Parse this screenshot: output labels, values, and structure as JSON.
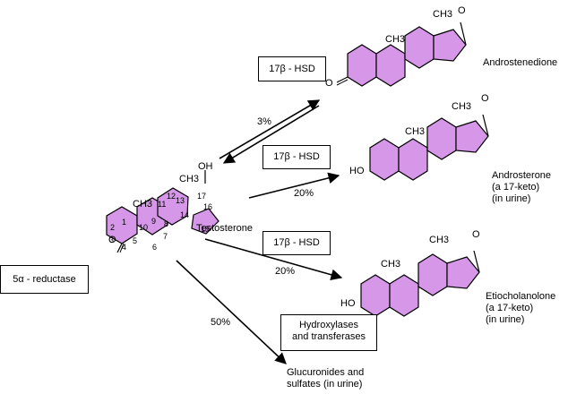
{
  "colors": {
    "ring_fill": "#d797e8",
    "stroke": "#000000",
    "background": "#ffffff"
  },
  "molecules": {
    "testosterone": {
      "name": "Testosterone",
      "methyl_top": "CH3",
      "methyl_side": "CH3",
      "hydroxyl": "OH",
      "ketone_o": "O",
      "numbers": [
        "1",
        "2",
        "3",
        "4",
        "5",
        "6",
        "7",
        "8",
        "9",
        "10",
        "11",
        "12",
        "13",
        "14",
        "15",
        "16",
        "17"
      ]
    },
    "androstenedione": {
      "name": "Androstenedione",
      "methyl_a": "CH3",
      "methyl_b": "CH3",
      "o_left": "O",
      "o_right": "O"
    },
    "androsterone": {
      "name": "Androsterone\n(a 17-keto)\n(in urine)",
      "methyl_a": "CH3",
      "methyl_b": "CH3",
      "ho": "HO",
      "o_right": "O"
    },
    "etiocholanolone": {
      "name": "Etiocholanolone\n(a 17-keto)\n(in urine)",
      "methyl_a": "CH3",
      "methyl_b": "CH3",
      "ho": "HO",
      "o_right": "O"
    }
  },
  "enzymes": {
    "hsd_1": "17β - HSD",
    "hsd_2": "17β - HSD",
    "hsd_3": "17β - HSD",
    "reductase": "5α - reductase",
    "hydroxylases": "Hydroxylases\nand transferases"
  },
  "percentages": {
    "to_androstenedione": "3%",
    "to_androsterone": "20%",
    "to_etiocholanolone": "20%",
    "to_glucuronides": "50%"
  },
  "products": {
    "glucuronides": "Glucuronides and\nsulfates (in urine)"
  }
}
